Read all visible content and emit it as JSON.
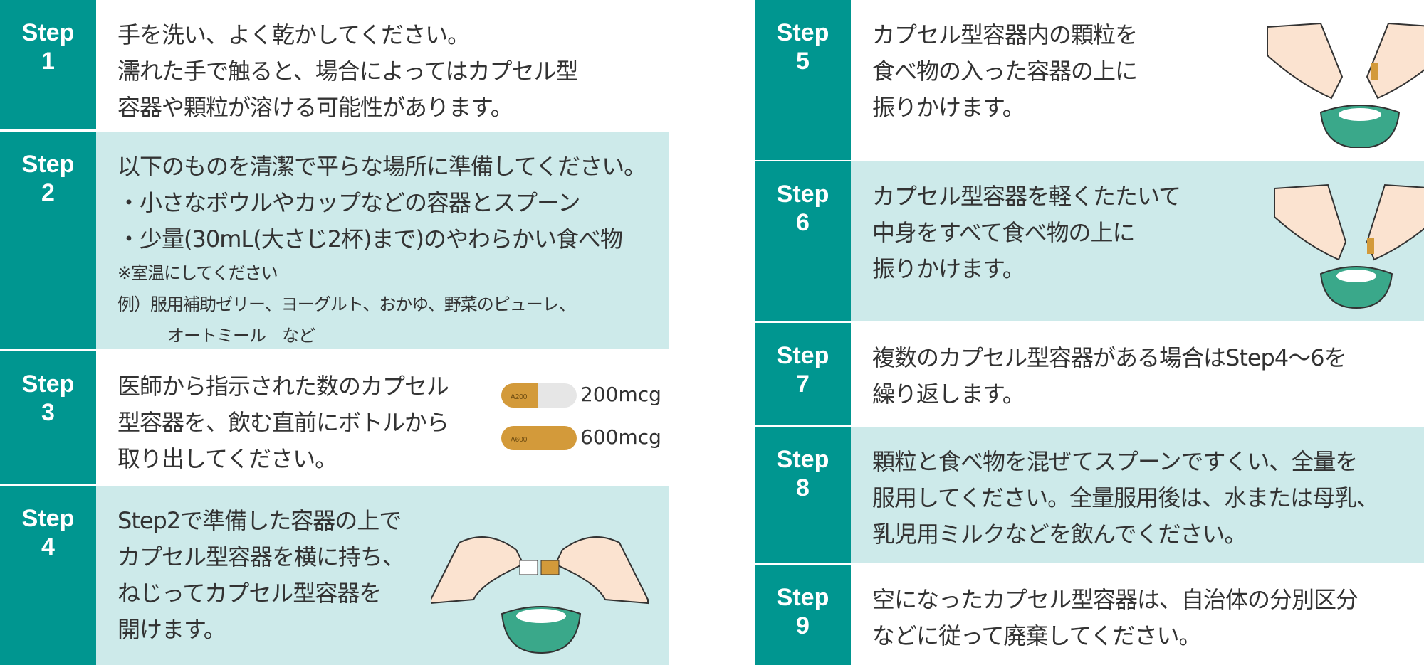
{
  "steps": [
    {
      "label": "Step",
      "num": "1",
      "lines": [
        "手を洗い、よく乾かしてください。",
        "濡れた手で触ると、場合によってはカプセル型",
        "容器や顆粒が溶ける可能性があります。"
      ]
    },
    {
      "label": "Step",
      "num": "2",
      "lines": [
        "以下のものを清潔で平らな場所に準備してください。",
        "・小さなボウルやカップなどの容器とスプーン",
        "・少量(30mL(大さじ2杯)まで)のやわらかい食べ物"
      ],
      "notes": [
        "※室温にしてください",
        "例）服用補助ゼリー、ヨーグルト、おかゆ、野菜のピューレ、",
        "オートミール　など"
      ]
    },
    {
      "label": "Step",
      "num": "3",
      "lines": [
        "医師から指示された数のカプセル",
        "型容器を、飲む直前にボトルから",
        "取り出してください。"
      ],
      "capsules": [
        {
          "imprint": "A200",
          "dose": "200mcg"
        },
        {
          "imprint": "A600",
          "dose": "600mcg"
        }
      ]
    },
    {
      "label": "Step",
      "num": "4",
      "lines": [
        "Step2で準備した容器の上で",
        "カプセル型容器を横に持ち、",
        "ねじってカプセル型容器を",
        "開けます。"
      ]
    },
    {
      "label": "Step",
      "num": "5",
      "lines": [
        "カプセル型容器内の顆粒を",
        "食べ物の入った容器の上に",
        "振りかけます。"
      ]
    },
    {
      "label": "Step",
      "num": "6",
      "lines": [
        "カプセル型容器を軽くたたいて",
        "中身をすべて食べ物の上に",
        "振りかけます。"
      ]
    },
    {
      "label": "Step",
      "num": "7",
      "lines": [
        "複数のカプセル型容器がある場合はStep4～6を",
        "繰り返します。"
      ]
    },
    {
      "label": "Step",
      "num": "8",
      "lines": [
        "顆粒と食べ物を混ぜてスプーンですくい、全量を",
        "服用してください。全量服用後は、水または母乳、",
        "乳児用ミルクなどを飲んでください。"
      ]
    },
    {
      "label": "Step",
      "num": "9",
      "lines": [
        "空になったカプセル型容器は、自治体の分別区分",
        "などに従って廃棄してください。"
      ]
    }
  ],
  "colors": {
    "teal": "#009690",
    "tint": "#cdeaea",
    "capsule": "#d39a3a",
    "bowl": "#3aa88a"
  }
}
